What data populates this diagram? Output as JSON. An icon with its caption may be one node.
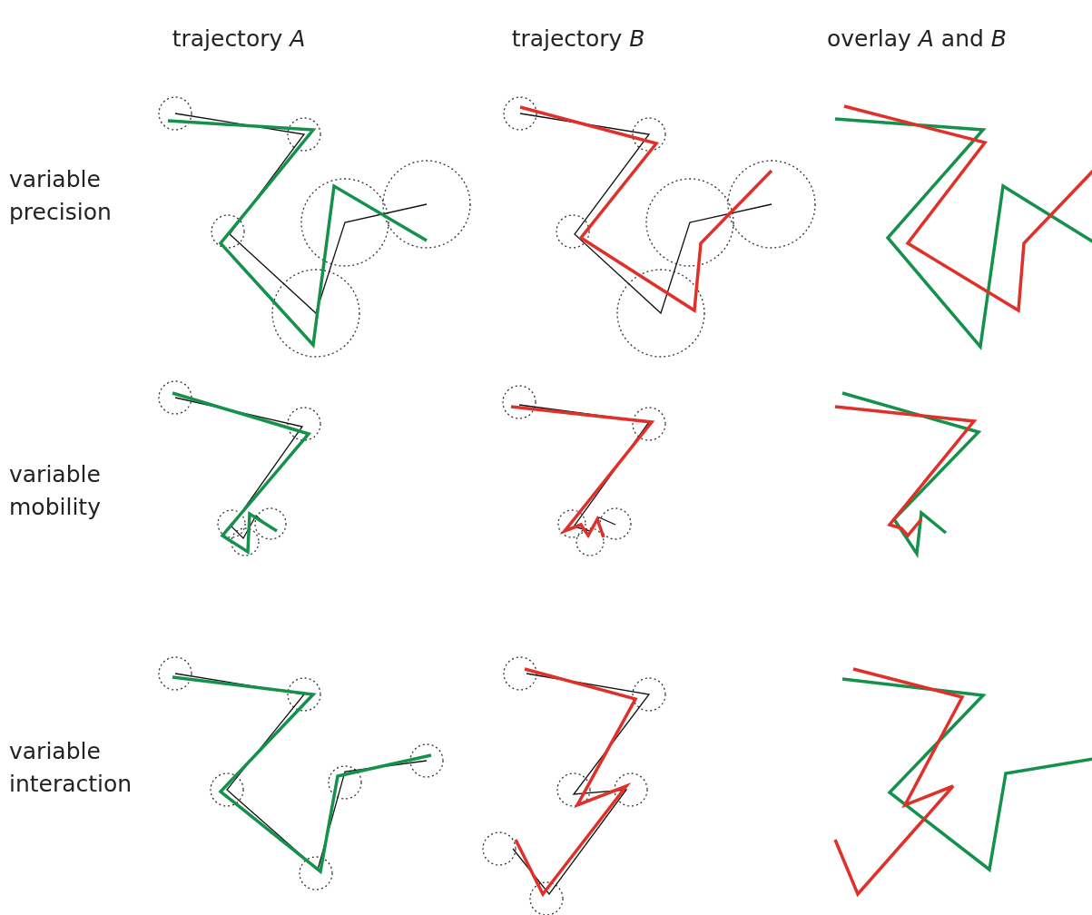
{
  "diagram": {
    "labels": [
      "trajectory *A*",
      "trajectory *B*",
      "overlay *A* and *B*",
      "variable precision",
      "variable mobility",
      "variable interaction"
    ]
  }
}
